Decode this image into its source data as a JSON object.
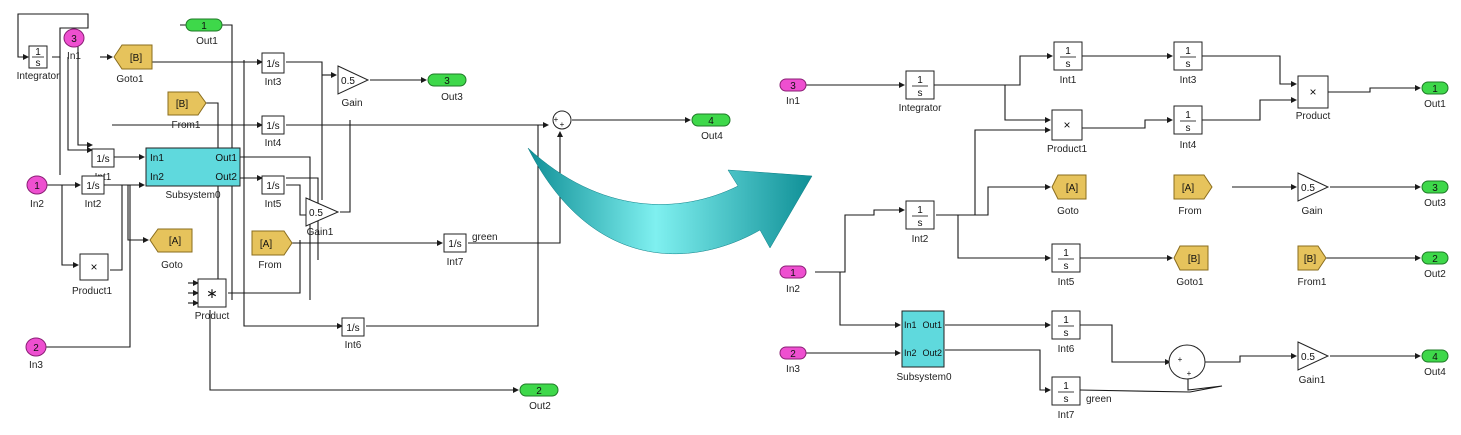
{
  "colors": {
    "inport": "#ee4fd0",
    "outport": "#3ed84a",
    "goto_from": "#e6c35c",
    "subsystem": "#5fd9dd",
    "arrow_dark": "#0f8f96",
    "arrow_light": "#7ff0f0"
  },
  "before": {
    "integrator": {
      "sym_top": "1",
      "sym_bot": "s",
      "label": "Integrator"
    },
    "in1": {
      "num": "3",
      "label": "In1"
    },
    "in2": {
      "num": "1",
      "label": "In2"
    },
    "in3": {
      "num": "2",
      "label": "In3"
    },
    "goto1": {
      "tag": "[B]",
      "label": "Goto1"
    },
    "from1": {
      "tag": "[B]",
      "label": "From1"
    },
    "int3": {
      "sym": "1/s",
      "label": "Int3"
    },
    "int4": {
      "sym": "1/s",
      "label": "Int4"
    },
    "int1": {
      "sym": "1/s",
      "label": "Int1"
    },
    "int2": {
      "sym": "1/s",
      "label": "Int2"
    },
    "int5": {
      "sym": "1/s",
      "label": "Int5"
    },
    "int6": {
      "sym": "1/s",
      "label": "Int6"
    },
    "int7": {
      "sym": "1/s",
      "label": "Int7",
      "signal": "green"
    },
    "gain": {
      "value": "0.5",
      "label": "Gain"
    },
    "gain1": {
      "value": "0.5",
      "label": "Gain1"
    },
    "out1": {
      "num": "1",
      "label": "Out1"
    },
    "out2": {
      "num": "2",
      "label": "Out2"
    },
    "out3": {
      "num": "3",
      "label": "Out3"
    },
    "out4": {
      "num": "4",
      "label": "Out4"
    },
    "subsystem0": {
      "in1": "In1",
      "in2": "In2",
      "out1": "Out1",
      "out2": "Out2",
      "label": "Subsystem0"
    },
    "goto": {
      "tag": "[A]",
      "label": "Goto"
    },
    "from": {
      "tag": "[A]",
      "label": "From"
    },
    "product1": {
      "sym": "×",
      "label": "Product1"
    },
    "product": {
      "sym": "∗",
      "label": "Product"
    },
    "sum": {
      "plus1": "+",
      "plus2": "+"
    }
  },
  "after": {
    "in1": {
      "num": "3",
      "label": "In1"
    },
    "in2": {
      "num": "1",
      "label": "In2"
    },
    "in3": {
      "num": "2",
      "label": "In3"
    },
    "integrator": {
      "sym_top": "1",
      "sym_bot": "s",
      "label": "Integrator"
    },
    "int1": {
      "sym_top": "1",
      "sym_bot": "s",
      "label": "Int1"
    },
    "int3": {
      "sym_top": "1",
      "sym_bot": "s",
      "label": "Int3"
    },
    "int4": {
      "sym_top": "1",
      "sym_bot": "s",
      "label": "Int4"
    },
    "int2": {
      "sym_top": "1",
      "sym_bot": "s",
      "label": "Int2"
    },
    "int5": {
      "sym_top": "1",
      "sym_bot": "s",
      "label": "Int5"
    },
    "int6": {
      "sym_top": "1",
      "sym_bot": "s",
      "label": "Int6"
    },
    "int7": {
      "sym_top": "1",
      "sym_bot": "s",
      "label": "Int7",
      "signal": "green"
    },
    "product1": {
      "sym": "×",
      "label": "Product1"
    },
    "product": {
      "sym": "×",
      "label": "Product"
    },
    "out1": {
      "num": "1",
      "label": "Out1"
    },
    "out2": {
      "num": "2",
      "label": "Out2"
    },
    "out3": {
      "num": "3",
      "label": "Out3"
    },
    "out4": {
      "num": "4",
      "label": "Out4"
    },
    "goto": {
      "tag": "[A]",
      "label": "Goto"
    },
    "from": {
      "tag": "[A]",
      "label": "From"
    },
    "goto1": {
      "tag": "[B]",
      "label": "Goto1"
    },
    "from1": {
      "tag": "[B]",
      "label": "From1"
    },
    "gain": {
      "value": "0.5",
      "label": "Gain"
    },
    "gain1": {
      "value": "0.5",
      "label": "Gain1"
    },
    "subsystem0": {
      "in1": "In1",
      "out1": "Out1",
      "in2": "In2",
      "out2": "Out2",
      "label": "Subsystem0"
    },
    "sum": {
      "plus1": "+",
      "plus2": "+"
    }
  }
}
